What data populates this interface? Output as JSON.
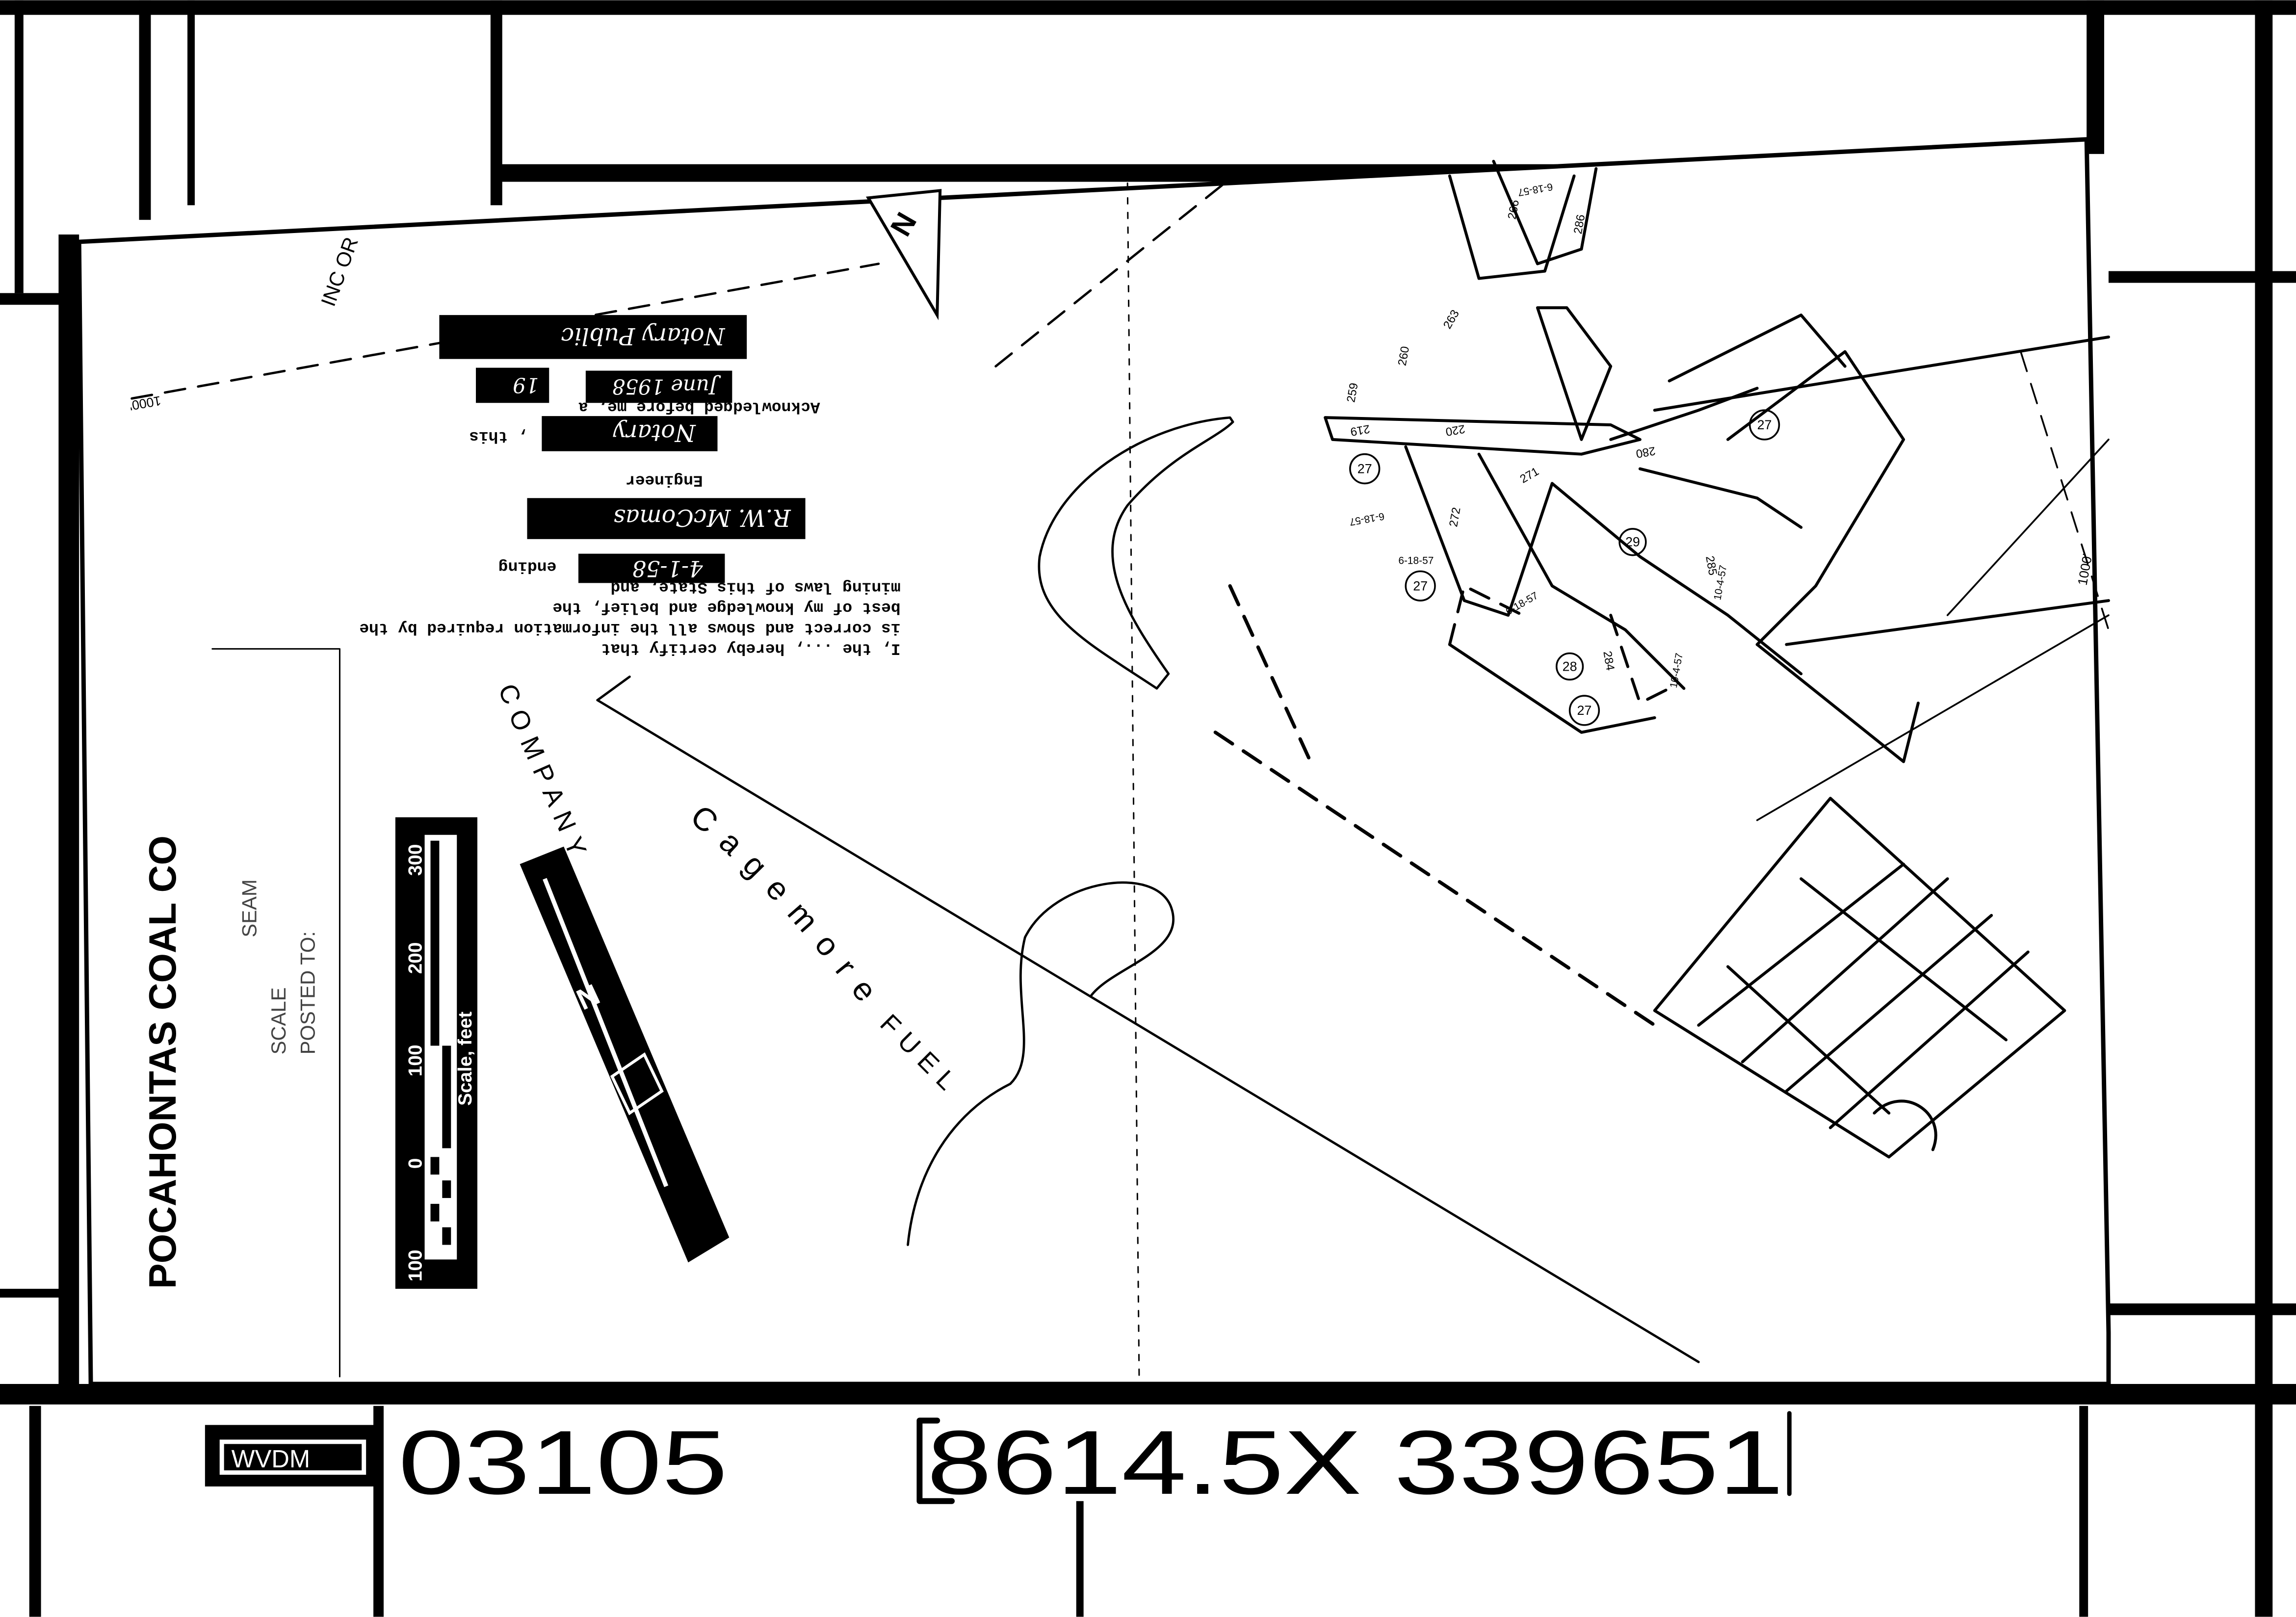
{
  "title_block": {
    "company": "POCAHONTAS COAL CO",
    "seam_line": "SEAM",
    "scale_line": "SCALE",
    "posted_line": "POSTED TO:"
  },
  "corner_note": "INC OR",
  "property_label": {
    "fuel": "FUEL",
    "name": "Cagemore",
    "company": "COMPANY"
  },
  "certification": {
    "lines": [
      "I, the ..., hereby certify that",
      "is correct and shows all the information required by the",
      "best of my knowledge and belief, the",
      "mining laws of this State, and",
      "ending"
    ],
    "ending_date": "4-1-58",
    "engineer_signature": "R.W. McComas",
    "engineer_label": "Engineer",
    "acknowledged": "Acknowledged before me, a",
    "notary_name": "Notary",
    "this_label": ", this",
    "day": "19",
    "month_year": "June 1958",
    "notary_signature": "Notary Public"
  },
  "scale_bar": {
    "ticks": [
      "100",
      "0",
      "100",
      "200",
      "300"
    ],
    "label": "Scale, feet"
  },
  "north_arrow": {
    "letter": "N"
  },
  "map_labels": {
    "coord_left": "1000'",
    "coord_right": "1000'",
    "elevations": [
      "263",
      "260",
      "259",
      "219",
      "220",
      "271",
      "272",
      "280",
      "284",
      "285",
      "286",
      "266"
    ],
    "dates": [
      "6-18-57",
      "6-18-57",
      "6-18-57",
      "10-4-57",
      "10-4-57",
      "6-18-57"
    ],
    "circled": [
      "27",
      "27",
      "27",
      "27",
      "29",
      "28"
    ]
  },
  "footer": {
    "badge": "WVDM",
    "map_number": "03105",
    "reference": "8614.5X 339651"
  }
}
